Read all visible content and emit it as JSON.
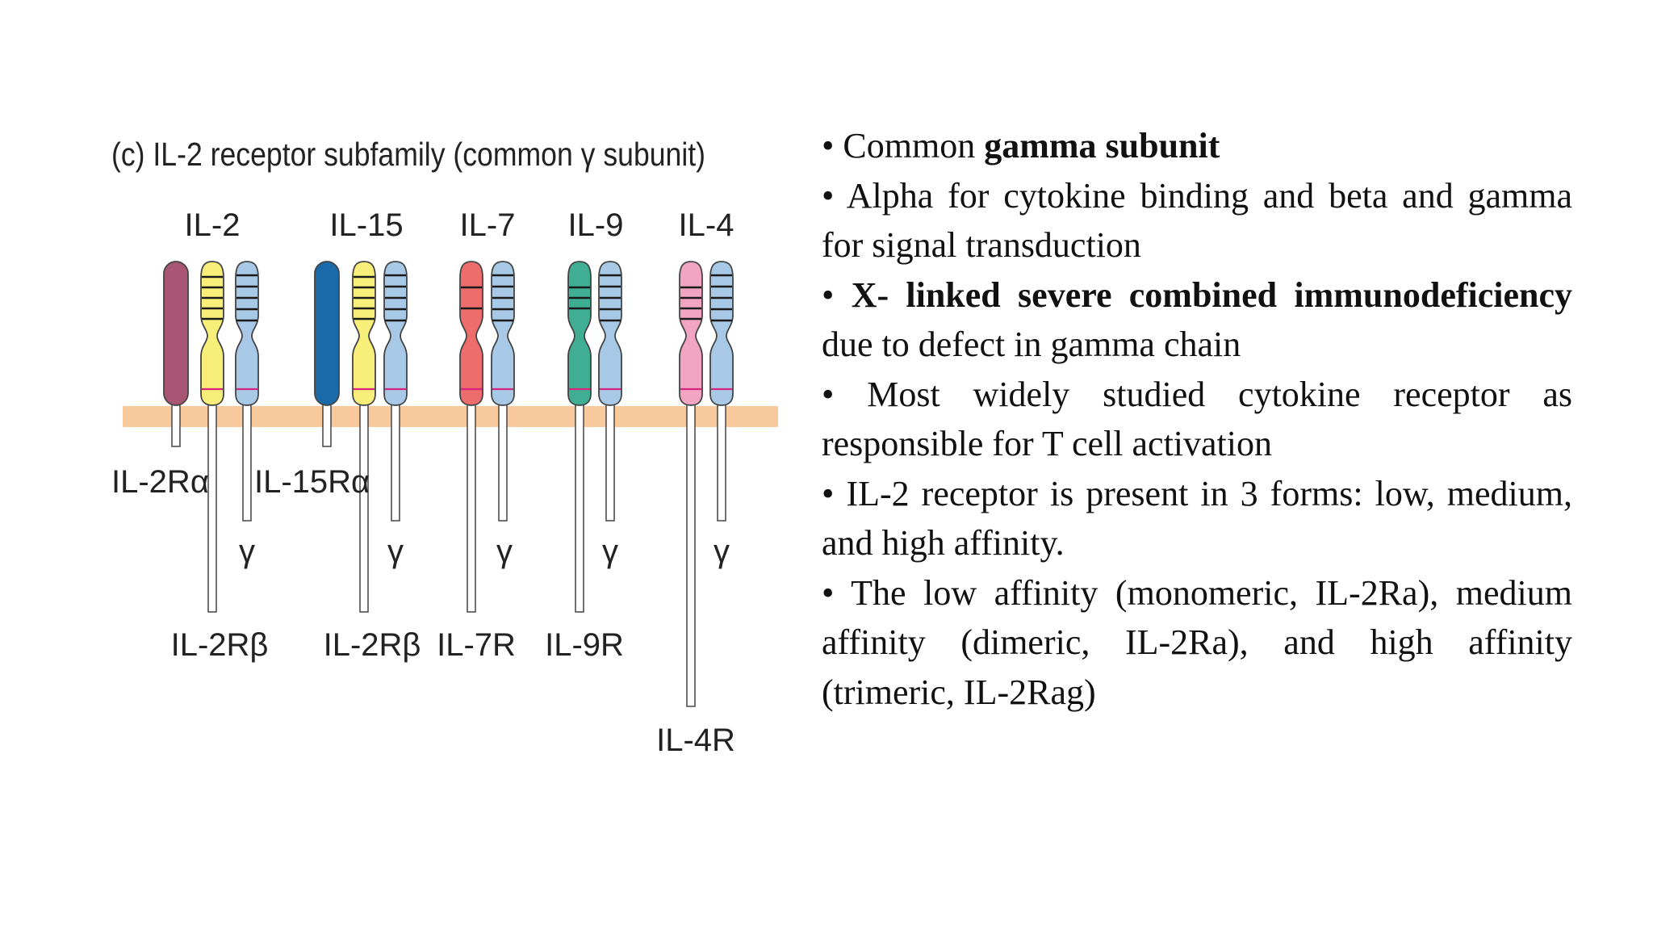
{
  "diagram": {
    "title": "(c) IL-2 receptor subfamily (common γ subunit)",
    "colors": {
      "membrane": "#f8c99c",
      "il2ra": "#a85673",
      "il15ra": "#1a69a9",
      "yellow": "#f7ef79",
      "gamma": "#a8c9e6",
      "il7r": "#ec6d6b",
      "il9r": "#3fae93",
      "il4r": "#f2a4c3",
      "stroke": "#444444",
      "band": "#1a1a1a",
      "hinge": "#d6257e"
    },
    "cytokines": [
      "IL-2",
      "IL-15",
      "IL-7",
      "IL-9",
      "IL-4"
    ],
    "chain_labels": {
      "il2ra": "IL-2Rα",
      "il15ra": "IL-15Rα",
      "gamma": "γ",
      "il2rb_1": "IL-2Rβ",
      "il2rb_2": "IL-2Rβ",
      "il7r": "IL-7R",
      "il9r": "IL-9R",
      "il4r": "IL-4R"
    }
  },
  "bullets": [
    {
      "segments": [
        {
          "text": "• Common ",
          "bold": false
        },
        {
          "text": "gamma subunit",
          "bold": true
        }
      ]
    },
    {
      "segments": [
        {
          "text": "• Alpha for cytokine binding and beta and gamma for signal transduction",
          "bold": false
        }
      ]
    },
    {
      "segments": [
        {
          "text": "• ",
          "bold": false
        },
        {
          "text": "X- linked severe combined immunodeficiency",
          "bold": true
        },
        {
          "text": " due to defect in gamma chain",
          "bold": false
        }
      ]
    },
    {
      "segments": [
        {
          "text": "• Most widely studied cytokine receptor as responsible for T cell activation",
          "bold": false
        }
      ]
    },
    {
      "segments": [
        {
          "text": "• IL-2 receptor is present in 3 forms: low, medium, and high affinity.",
          "bold": false
        }
      ]
    },
    {
      "segments": [
        {
          "text": "• The low affinity (monomeric, IL-2Ra), medium affinity (dimeric, IL-2Ra), and high affinity (trimeric, IL-2Rag)",
          "bold": false
        }
      ]
    }
  ]
}
